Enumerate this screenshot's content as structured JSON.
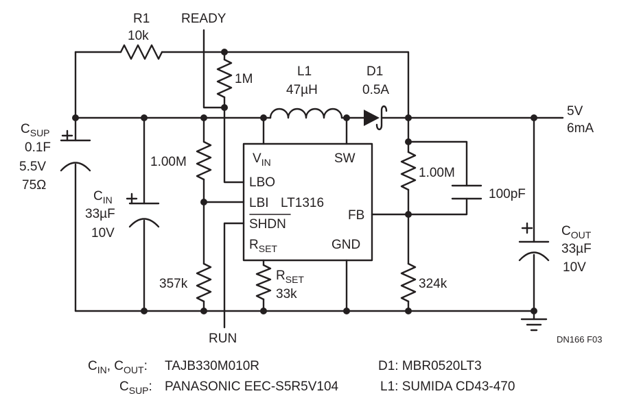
{
  "schematic": {
    "figure_id": "DN166 F03",
    "nets": {
      "ready": "READY",
      "run": "RUN",
      "output_voltage": "5V",
      "output_current": "6mA"
    },
    "r1": {
      "name": "R1",
      "value": "10k"
    },
    "r_pullup": {
      "value": "1M"
    },
    "l1": {
      "name": "L1",
      "value": "47µH"
    },
    "d1": {
      "name": "D1",
      "value": "0.5A"
    },
    "c_sup": {
      "name": "C",
      "name_sub": "SUP",
      "v1": "0.1F",
      "v2": "5.5V",
      "v3": "75Ω"
    },
    "c_in": {
      "name": "C",
      "name_sub": "IN",
      "v1": "33µF",
      "v2": "10V"
    },
    "c_out": {
      "name": "C",
      "name_sub": "OUT",
      "v1": "33µF",
      "v2": "10V"
    },
    "r_lbi_top": {
      "value": "1.00M"
    },
    "r_lbi_bot": {
      "value": "357k"
    },
    "r_fb_top": {
      "value": "1.00M"
    },
    "r_fb_bot": {
      "value": "324k"
    },
    "c_ff": {
      "value": "100pF"
    },
    "r_set": {
      "name": "R",
      "name_sub": "SET",
      "value": "33k"
    },
    "ic": {
      "part": "LT1316",
      "pins": {
        "vin": "V",
        "vin_sub": "IN",
        "lbo": "LBO",
        "lbi": "LBI",
        "shdn": "SHDN",
        "rset": "R",
        "rset_sub": "SET",
        "sw": "SW",
        "fb": "FB",
        "gnd": "GND"
      }
    }
  },
  "notes": {
    "caps_label_p1": "C",
    "caps_label_s1": "IN",
    "caps_label_p2": ", C",
    "caps_label_s2": "OUT",
    "caps_label_p3": ":",
    "caps_part": "TAJB330M010R",
    "csup_label_p": "C",
    "csup_label_s": "SUP",
    "csup_label_colon": ":",
    "csup_part": "PANASONIC EEC-S5R5V104",
    "d1_note": "D1: MBR0520LT3",
    "l1_note": "L1: SUMIDA CD43-470"
  }
}
